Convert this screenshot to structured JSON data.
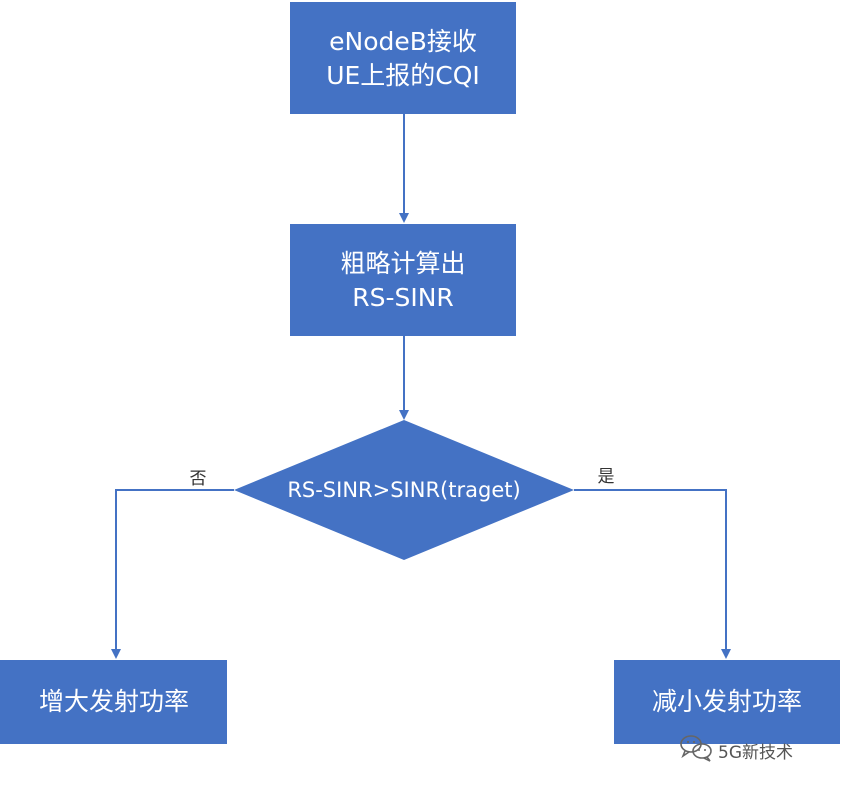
{
  "colors": {
    "node_fill": "#4472C4",
    "connector": "#4472C4",
    "node_text": "#FFFFFF"
  },
  "nodes": {
    "receive_cqi": {
      "line1": "eNodeB接收",
      "line2": "UE上报的CQI"
    },
    "estimate_sinr": {
      "line1": "粗略计算出",
      "line2": "RS-SINR"
    },
    "decision": {
      "label": "RS-SINR>SINR(traget)"
    },
    "increase_power": {
      "label": "增大发射功率"
    },
    "decrease_power": {
      "label": "减小发射功率"
    }
  },
  "edges": {
    "no_label": "否",
    "yes_label": "是"
  },
  "watermark": {
    "icon": "wechat-icon",
    "text": "5G新技术"
  }
}
